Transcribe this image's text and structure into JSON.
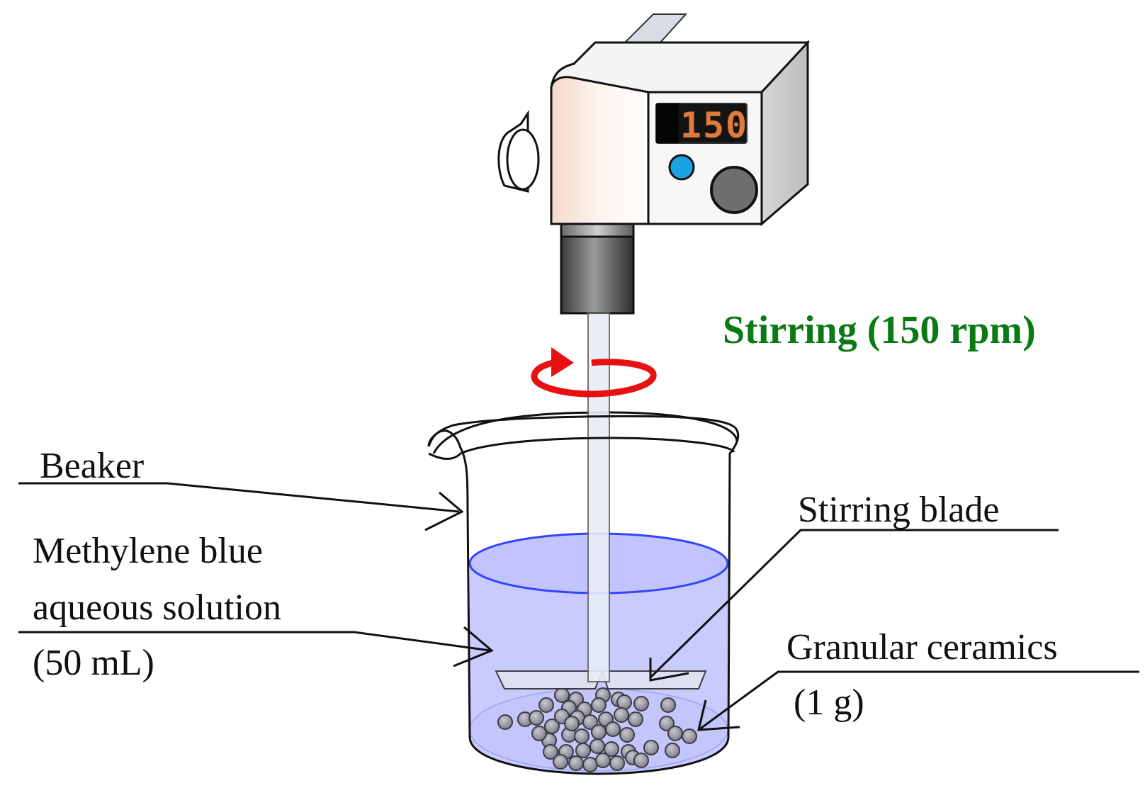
{
  "diagram": {
    "process_label": "Stirring (150 rpm)",
    "display_reading": "150",
    "labels": {
      "beaker": "Beaker",
      "solution_line1": "Methylene blue",
      "solution_line2": "aqueous solution",
      "solution_amount": "(50 mL)",
      "blade": "Stirring blade",
      "ceramics": "Granular ceramics",
      "ceramics_amount": "(1 g)"
    },
    "colors": {
      "process_label": "#0a7a14",
      "rotation_arrow": "#e81010",
      "solution_fill": "#c9cbff",
      "solution_surface": "#3344ff",
      "display_digits": "#e07a3a",
      "button": "#1aa3e0",
      "knob": "#6e6e6e"
    },
    "icons": [
      "rotation-arrow-icon"
    ]
  }
}
